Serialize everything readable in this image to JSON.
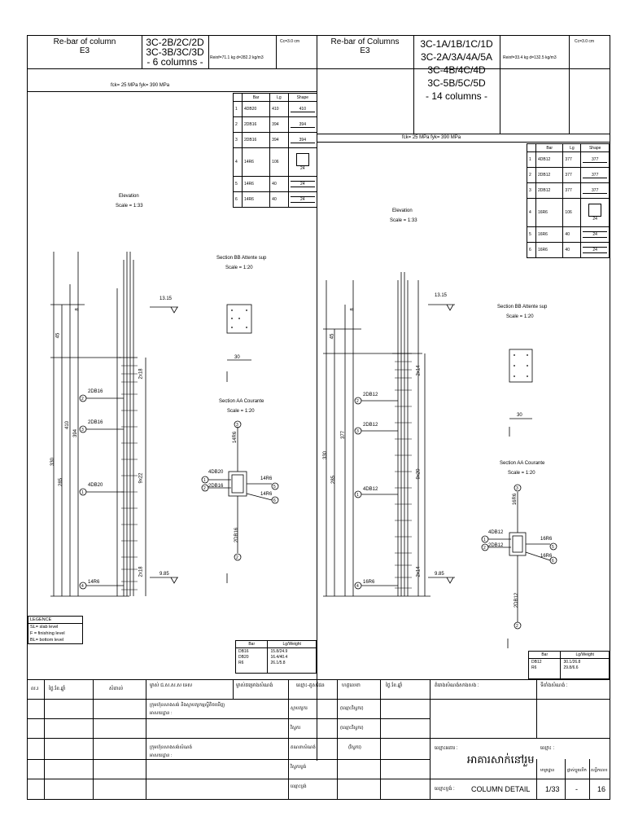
{
  "left": {
    "title": "Re-bar of column",
    "subtitle": "E3",
    "ids": [
      "3C-2B/2C/2D",
      "3C-3B/3C/3D",
      "- 6 columns -"
    ],
    "reinf": "Reinf=71.1 kg d=282.2 kg/m3",
    "cover": "Cc=3.0 cm",
    "materials": "fck=  25 MPa fyk=  390 MPa",
    "bars": [
      {
        "no": "1",
        "bar": "4DB20",
        "lg": "410",
        "shape": "410"
      },
      {
        "no": "2",
        "bar": "2DB16",
        "lg": "394",
        "shape": "394"
      },
      {
        "no": "3",
        "bar": "2DB16",
        "lg": "394",
        "shape": "394"
      },
      {
        "no": "4",
        "bar": "14R6",
        "lg": "106",
        "shape": "24"
      },
      {
        "no": "5",
        "bar": "14R6",
        "lg": "40",
        "shape": "24"
      },
      {
        "no": "6",
        "bar": "14R6",
        "lg": "40",
        "shape": "24"
      }
    ],
    "elevation": "Elevation",
    "elevation_scale": "Scale = 1:33",
    "section_bb": "Section BB Attente sup",
    "section_bb_scale": "Scale = 1:20",
    "section_aa": "Section AA Courante",
    "section_aa_scale": "Scale = 1:20",
    "dims": {
      "d330": "330",
      "d285": "285",
      "d410": "410",
      "d394": "394",
      "d45": "45",
      "d8": "8",
      "l1315": "13.15",
      "l985": "9.85",
      "w30": "30",
      "s1": "2x18",
      "s2": "9x22",
      "s3": "2x18"
    },
    "callouts": [
      "2DB16",
      "2DB16",
      "4DB20",
      "14R6"
    ],
    "aa_labels": [
      "4DB20",
      "2DB16",
      "14R6",
      "14R6",
      "14R6",
      "2DB16"
    ],
    "weights": {
      "head_bar": "Bar",
      "head_lg": "Lg/Weight",
      "bars": [
        "DB16",
        "DB20",
        "R6"
      ],
      "values": [
        "15.8/24.9",
        "16.4/40.4",
        "26.1/5.8"
      ]
    }
  },
  "right": {
    "title": "Re-bar of Columns",
    "subtitle": "E3",
    "ids": [
      "3C-1A/1B/1C/1D",
      "3C-2A/3A/4A/5A",
      "3C-4B/4C/4D",
      "3C-5B/5C/5D",
      "- 14 columns -"
    ],
    "reinf": "Reinf=33.4 kg d=132.5 kg/m3",
    "cover": "Cc=3.0 cm",
    "materials": "fck=  25 MPa fyk=  390 MPa",
    "bars": [
      {
        "no": "1",
        "bar": "4DB12",
        "lg": "377",
        "shape": "377"
      },
      {
        "no": "2",
        "bar": "2DB12",
        "lg": "377",
        "shape": "377"
      },
      {
        "no": "3",
        "bar": "2DB12",
        "lg": "377",
        "shape": "377"
      },
      {
        "no": "4",
        "bar": "16R6",
        "lg": "106",
        "shape": "24"
      },
      {
        "no": "5",
        "bar": "16R6",
        "lg": "40",
        "shape": "24"
      },
      {
        "no": "6",
        "bar": "16R6",
        "lg": "40",
        "shape": "24"
      }
    ],
    "elevation": "Elevation",
    "elevation_scale": "Scale = 1:33",
    "section_bb": "Section BB Attente sup",
    "section_bb_scale": "Scale = 1:20",
    "section_aa": "Section AA Courante",
    "section_aa_scale": "Scale = 1:20",
    "dims": {
      "d330": "330",
      "d285": "285",
      "d377": "377",
      "d45": "45",
      "d8": "8",
      "l1315": "13.15",
      "l985": "9.85",
      "w30": "30",
      "s1": "2x14",
      "s2": "9x20",
      "s3": "2x14"
    },
    "callouts": [
      "2DB12",
      "2DB12",
      "4DB12",
      "16R6"
    ],
    "aa_labels": [
      "4DB12",
      "2DB12",
      "16R6",
      "16R6",
      "16R6",
      "2DB12"
    ],
    "weights": {
      "head_bar": "Bar",
      "head_lg": "Lg/Weight",
      "bars": [
        "DB12",
        "R6"
      ],
      "values": [
        "30.1/26.8",
        "29.8/6.6"
      ]
    }
  },
  "table_head": {
    "bar": "Bar",
    "lg": "Lg",
    "shape": "Shape"
  },
  "legend": {
    "title": "LEGENCE",
    "items": [
      "SL= slab level",
      "F = finishing level",
      "BL= bottom level"
    ]
  },
  "title_block": {
    "col_no": "ល.រ",
    "col_date": "ថ្ងៃ.ខែ.ឆ្នាំ",
    "col_desc": "សំគាល់",
    "owner_line": "ម្ចាស់ ជ.ស.ស.ស ទេស",
    "owner_code": "ម្ចាស់គម្រោងសំណង់",
    "company_a": "ក្រុមហ៊ុនសាងសង់ និងស្ថាបត្យកម្មស្វីតិចឃើញ",
    "addr_a": "អាសយដ្ឋាន :",
    "company_b": "ក្រុមហ៊ុនសាងសង់សំណង់",
    "addr_b": "អាសយដ្ឋាន :",
    "designer_head": "ឈ្មោះ-គូសផែន",
    "sign_head": "ហត្ថលេខា",
    "date_head": "ថ្ងៃ.ខែ.ឆ្នាំ",
    "project_head": "គំរោងសំណង់សាងសង :",
    "location_head": "ទីតាំងសំណង់ :",
    "roles": [
      "ស្ថាបត្យករ",
      "វិស្វករ",
      "គណនាសំណង់",
      "វិស្វករប្លង់",
      "ឈ្មោះប្លង់"
    ],
    "role_vals": [
      "(ឈ្មោះវិស្វករ)",
      "(ឈ្មោះវិស្វករ)",
      "(វិស្វករ)"
    ],
    "name_label": "ឈ្មោះអគារ :",
    "building": "អាគារសាក់នៅរួម",
    "drawing_label": "ឈ្មោះប្លង់ :",
    "drawing": "COLUMN DETAIL",
    "scale_label": "មាត្រដ្ឋាន",
    "rev_label": "ផ្លាស់ប្តូរលើក",
    "sheet_label": "សន្លឹកលេខ",
    "sheet_name": "ឈ្មោះ :",
    "scale": "1/33",
    "rev": "-",
    "sheet": "16"
  }
}
